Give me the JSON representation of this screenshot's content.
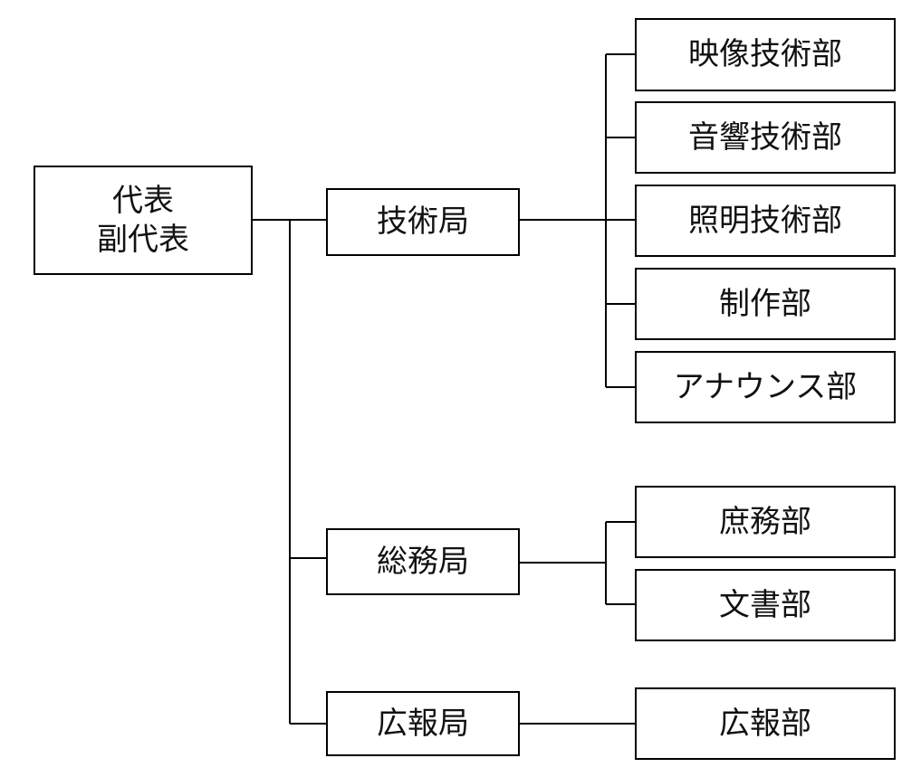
{
  "org_chart": {
    "root": {
      "line1": "代表",
      "line2": "副代表"
    },
    "bureaus": {
      "tech": "技術局",
      "general": "総務局",
      "pr": "広報局"
    },
    "departments": {
      "video": "映像技術部",
      "audio": "音響技術部",
      "lighting": "照明技術部",
      "production": "制作部",
      "announce": "アナウンス部",
      "affairs": "庶務部",
      "documents": "文書部",
      "pr": "広報部"
    }
  },
  "colors": {
    "line": "#000000",
    "box_border": "#000000",
    "box_fill": "#ffffff",
    "text": "#111111"
  }
}
